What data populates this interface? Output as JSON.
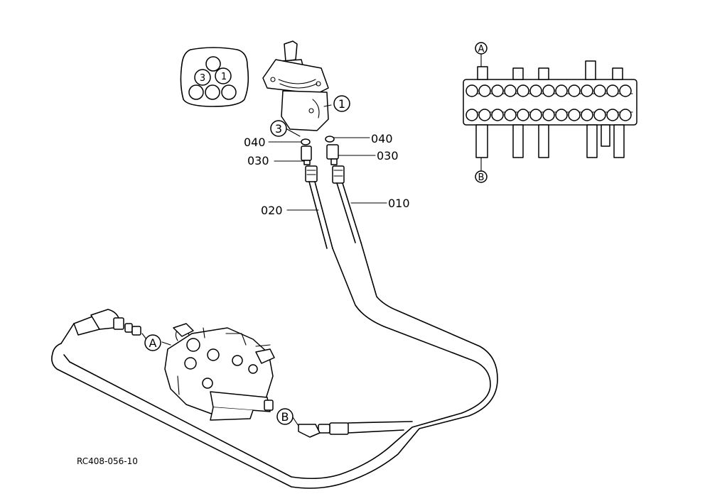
{
  "figure_code": "RC408-056-10",
  "callouts": {
    "c1": "1",
    "c3": "3",
    "c040_left": "040",
    "c040_right": "040",
    "c030_left": "030",
    "c030_right": "030",
    "c020": "020",
    "c010": "010",
    "port_a_main": "A",
    "port_b_main": "B",
    "port_a_detail": "A",
    "port_b_detail": "B",
    "inset_3": "3",
    "inset_1": "1"
  }
}
